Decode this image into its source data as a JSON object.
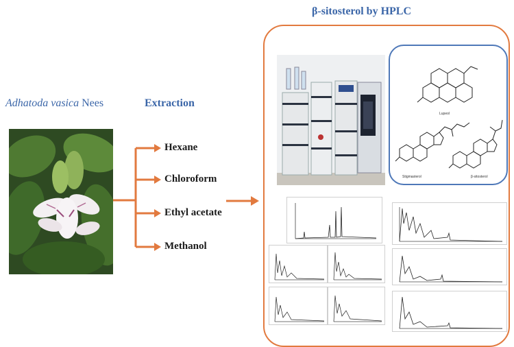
{
  "title": "β-sitosterol by HPLC",
  "plant": {
    "name_italic": "Adhatoda vasica",
    "name_suffix": " Nees"
  },
  "extraction": {
    "label": "Extraction",
    "solvents": [
      "Hexane",
      "Chloroform",
      "Ethyl acetate",
      "Methanol"
    ]
  },
  "structures": {
    "top_label": "Lupeol",
    "left_label": "Stigmasterol",
    "right_label": "β-sitosterol"
  },
  "colors": {
    "accent": "#e27a3f",
    "title_blue": "#3b66a8",
    "struct_border": "#4e78b8"
  },
  "icons": [
    "arrow-right-icon",
    "hplc-instrument-image",
    "plant-photo-image",
    "chemical-structure-image",
    "chromatogram-image"
  ]
}
